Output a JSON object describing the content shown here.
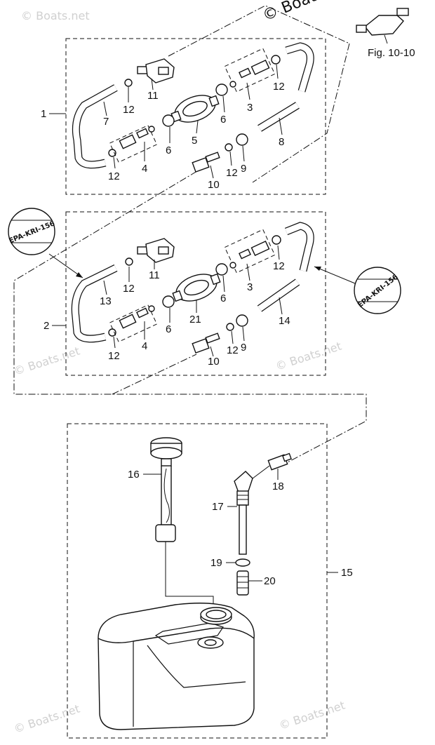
{
  "copyright": "© Boats",
  "fig_ref": "Fig. 10-10",
  "watermark": "© Boats.net",
  "stamp": "EPA-KRI-156",
  "callouts": {
    "c1": "1",
    "c2": "2",
    "c3a": "3",
    "c3b": "3",
    "c4a": "4",
    "c4b": "4",
    "c5": "5",
    "c6a": "6",
    "c6b": "6",
    "c6c": "6",
    "c6d": "6",
    "c7": "7",
    "c8": "8",
    "c9a": "9",
    "c9b": "9",
    "c10a": "10",
    "c10b": "10",
    "c11a": "11",
    "c11b": "11",
    "c12a": "12",
    "c12b": "12",
    "c12c": "12",
    "c12d": "12",
    "c12e": "12",
    "c12f": "12",
    "c12g": "12",
    "c12h": "12",
    "c13": "13",
    "c14": "14",
    "c15": "15",
    "c16": "16",
    "c17": "17",
    "c18": "18",
    "c19": "19",
    "c20": "20",
    "c21": "21"
  }
}
